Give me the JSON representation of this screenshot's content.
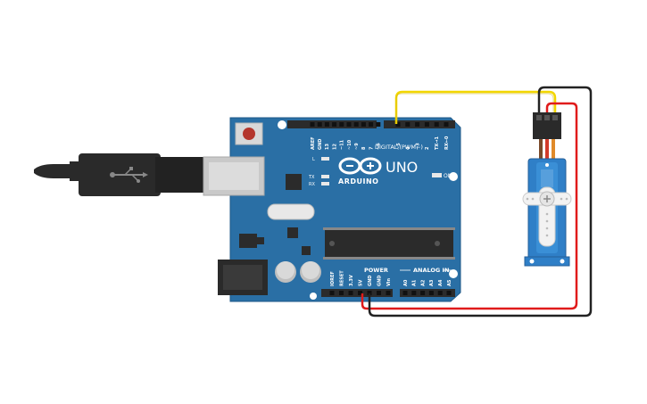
{
  "board": {
    "logo_text": "ARDUINO",
    "model": "UNO",
    "digital_header_label": "DIGITAL (PWM~)",
    "power_header_label": "POWER",
    "analog_header_label": "ANALOG IN",
    "on_label": "ON",
    "led_labels": {
      "l": "L",
      "tx": "TX",
      "rx": "RX"
    },
    "digital_pins": [
      "AREF",
      "GND",
      "13",
      "12",
      "~11",
      "~10",
      "~9",
      "8",
      "7",
      "~6",
      "~5",
      "4",
      "~3",
      "2",
      "TX→1",
      "RX←0"
    ],
    "power_pins": [
      "IOREF",
      "RESET",
      "3.3V",
      "5V",
      "GND",
      "GND",
      "Vin"
    ],
    "analog_pins": [
      "A0",
      "A1",
      "A2",
      "A3",
      "A4",
      "A5"
    ]
  },
  "wires": [
    {
      "name": "signal-wire",
      "color": "#f2d600",
      "from": "~6",
      "to": "servo-signal"
    },
    {
      "name": "power-wire",
      "color": "#e01b1b",
      "from": "5V",
      "to": "servo-power"
    },
    {
      "name": "ground-wire",
      "color": "#222222",
      "from": "GND",
      "to": "servo-ground"
    }
  ],
  "colors": {
    "board": "#2a6fa5",
    "board_edge": "#1f5a88",
    "header": "#2b2b2b",
    "servo_body": "#2f7fc7",
    "usb_cable": "#2a2a2a",
    "usb_plug": "#cfcfcf",
    "jack": "#2a2a2a"
  }
}
